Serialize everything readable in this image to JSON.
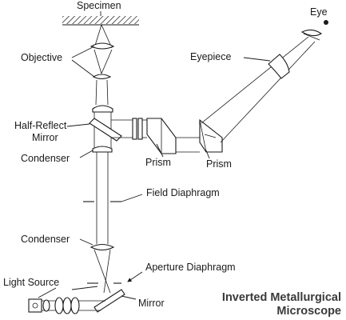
{
  "labels": {
    "specimen": "Specimen",
    "eye": "Eye",
    "objective": "Objective",
    "eyepiece": "Eyepiece",
    "half_reflect_mirror_line1": "Half-Reflect",
    "half_reflect_mirror_line2": "Mirror",
    "condenser_upper": "Condenser",
    "prism_left": "Prism",
    "prism_right": "Prism",
    "field_diaphragm": "Field Diaphragm",
    "condenser_lower": "Condenser",
    "aperture_diaphragm": "Aperture Diaphragm",
    "light_source": "Light Source",
    "mirror": "Mirror"
  },
  "title": {
    "line1": "Inverted Metallurgical",
    "line2": "Microscope"
  },
  "colors": {
    "line": "#1a1a1a",
    "title": "#3a3a3a",
    "background": "#ffffff"
  }
}
